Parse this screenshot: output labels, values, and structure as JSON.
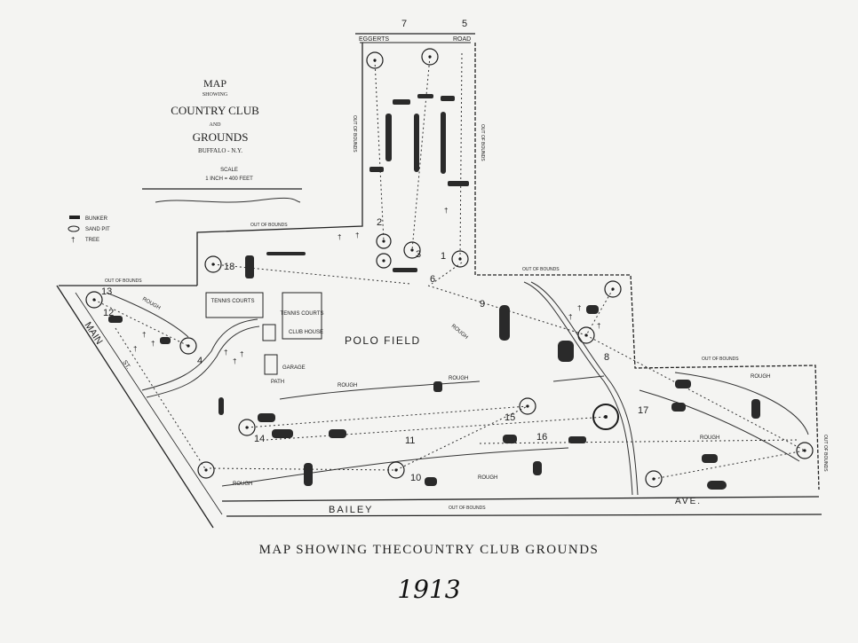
{
  "map": {
    "title_lines": [
      "MAP",
      "SHOWING",
      "COUNTRY CLUB",
      "AND",
      "GROUNDS",
      "BUFFALO - N.Y."
    ],
    "scale_lines": [
      "SCALE",
      "1 INCH = 400 FEET"
    ],
    "legend": [
      "BUNKER",
      "SAND PIT",
      "TREE"
    ],
    "labels": {
      "road_top": "EGGERTS ROAD",
      "road_top_a": "EGGERTS",
      "road_top_b": "ROAD",
      "road_main": "MAIN",
      "road_main_st": "ST.",
      "road_bailey": "BAILEY",
      "road_ave": "AVE.",
      "polo": "POLO FIELD",
      "tennis1": "TENNIS COURTS",
      "tennis2": "TENNIS COURTS",
      "club_house": "CLUB HOUSE",
      "garage": "GARAGE",
      "oob": "OUT OF BOUNDS",
      "rough": "ROUGH",
      "path": "PATH"
    },
    "hole_numbers": [
      "1",
      "2",
      "3",
      "4",
      "5",
      "6",
      "7",
      "8",
      "9",
      "10",
      "11",
      "12",
      "13",
      "14",
      "15",
      "16",
      "17",
      "18"
    ]
  },
  "caption": "MAP SHOWING THECOUNTRY CLUB GROUNDS",
  "year": "1913",
  "colors": {
    "ink": "#1c1c1c",
    "paper": "#f4f4f2"
  }
}
